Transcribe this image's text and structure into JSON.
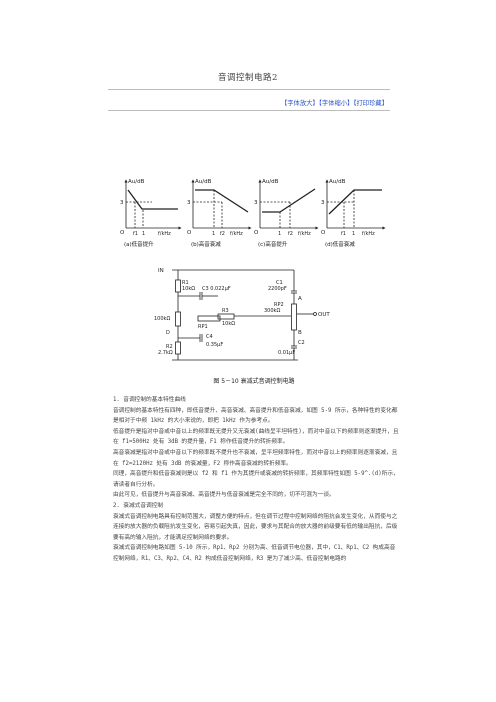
{
  "page": {
    "title": "音调控制电路2"
  },
  "toolbar": {
    "links": [
      "【字体放大】",
      "【字体缩小】",
      "【打印珍藏】"
    ]
  },
  "figure": {
    "graphs": [
      {
        "ylabel": "Au/dB",
        "ymark": "3",
        "origin": "O",
        "xticks": [
          "f1",
          "1",
          "f/kHz"
        ],
        "caption": "(a)低音提升"
      },
      {
        "ylabel": "Au/dB",
        "ymark": "3",
        "origin": "O",
        "xticks": [
          "1",
          "f2",
          "f/kHz"
        ],
        "caption": "(b)高音衰减"
      },
      {
        "ylabel": "Au/dB",
        "ymark": "3",
        "origin": "O",
        "xticks": [
          "1",
          "f2",
          "f/kHz"
        ],
        "caption": "(c)高音提升"
      },
      {
        "ylabel": "Au/dB",
        "ymark": "3",
        "origin": "O",
        "xticks": [
          "f1",
          "1",
          "f/kHz"
        ],
        "caption": "(d)低音衰减"
      }
    ],
    "circuit": {
      "in_label": "IN",
      "out_label": "OUT",
      "r1": "R1",
      "r1_val": "10kΩ",
      "c3": "C3 0.022μF",
      "c1": "C1",
      "c1_val": "2200pF",
      "node_a": "A",
      "node_b": "B",
      "r2_val": "100kΩ",
      "rp1": "RP1",
      "r3": "R3",
      "r3_val": "10kΩ",
      "rp2": "RP2",
      "rp2_val": "300kΩ",
      "node_d": "D",
      "c4": "C4",
      "c4_val": "0.35μF",
      "r2": "R2",
      "r2b_val": "2.7kΩ",
      "c2": "C2",
      "c2_val": "0.01μF"
    },
    "caption": "图 5－10   衰减式音调控制电路"
  },
  "content": {
    "paragraphs": [
      "1. 音调控制的基本特性曲线",
      "音调控制的基本特性有四种，即低音提升、高音衰减、高音提升和低音衰减，如图 5-9 所示，各种特性的变化都是相对于中频 1kHz 的大小来说的，即把 1kHz 作为参考点。",
      "低音提升是指对中音或中音以上的频率既无提升又无衰减(曲线呈平坦特性)，而对中音以下的频率则逐渐提升，且在 f1=500Hz 处有 3dB 的提升量，F1 称作低音提升的转折频率。",
      "高音衰减是指对中音或中音以下的频率既不提升也不衰减，呈平坦频率特性，而对中音以上的频率则逐渐衰减，且在 f2=2120Hz 处有 3dB 的衰减量，F2 称作高音衰减的转折频率。",
      "同理，高音提升和低音衰减则是以 f2 和 f1 作为其提升或衰减的转折频率，其频率特性如图 5-9^.(d)所示，请读者自行分析。",
      "由此可见，低音提升与高音衰减、高音提升与低音衰减是完全不同的，切不可混为一谈。",
      "2. 衰减式音调控制",
      "衰减式音调控制电路具有控制范围大，调整方便的特点，但在调节过程中控制网络的阻抗会发生变化，从而使与之连接的放大器的负载阻抗发生变化，容易引起失真，因此，要求与其配合的放大器的前级要有低的输出阻抗，后级要有高的输入阻抗，才能满足控制网络的要求。",
      "衰减式音调控制电路如图 5-10 所示，Rp1、Rp2 分别为高、低音调节电位器，其中，C1、Rp1、C2 构成高音控制网络，R1、C3、Rp2、C4、R2 构成低音控制网络，R3 是为了减少高、低音控制电路的"
    ]
  }
}
